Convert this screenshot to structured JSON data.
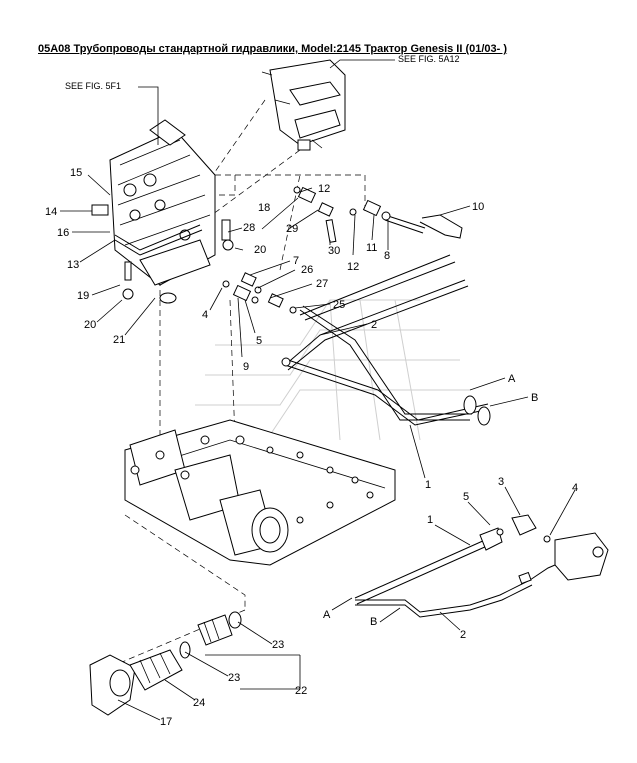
{
  "title": "05A08 Трубопроводы стандартной гидравлики, Model:2145 Трактор Genesis II (01/03- )",
  "refs": {
    "fig_5f1": "SEE FIG. 5F1",
    "fig_5a12": "SEE FIG. 5A12"
  },
  "callouts": {
    "c1a": "1",
    "c1b": "1",
    "c2a": "2",
    "c2b": "2",
    "c3": "3",
    "c4a": "4",
    "c4b": "4",
    "c5a": "5",
    "c5b": "5",
    "c7": "7",
    "c8": "8",
    "c9": "9",
    "c10": "10",
    "c11": "11",
    "c12a": "12",
    "c12b": "12",
    "c13": "13",
    "c14": "14",
    "c15": "15",
    "c16": "16",
    "c17": "17",
    "c18": "18",
    "c19": "19",
    "c20a": "20",
    "c20b": "20",
    "c21": "21",
    "c22": "22",
    "c23a": "23",
    "c23b": "23",
    "c24": "24",
    "c25": "25",
    "c26": "26",
    "c27": "27",
    "c28": "28",
    "c29": "29",
    "c30": "30",
    "cAa": "A",
    "cAb": "A",
    "cBa": "B",
    "cBb": "B"
  }
}
